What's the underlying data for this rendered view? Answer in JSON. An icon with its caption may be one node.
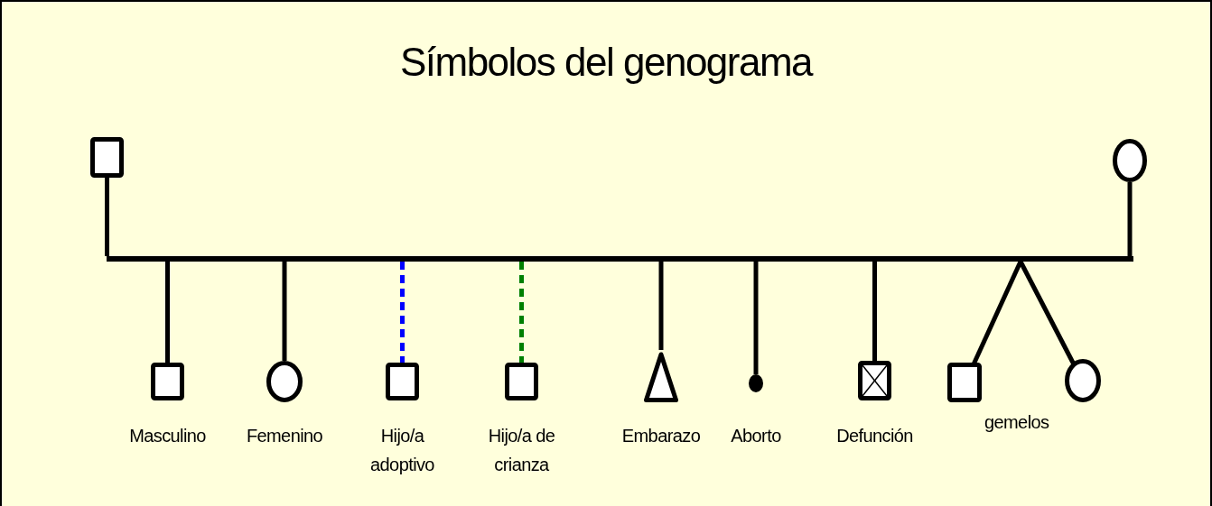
{
  "diagram": {
    "title": "Símbolos del genograma",
    "nodes": [
      {
        "text": [],
        "shape": "box"
      },
      {
        "text": [],
        "shape": "circle"
      },
      {
        "text": [],
        "shape": "bar"
      },
      {
        "text": [],
        "shape": "box",
        "beside": [
          "Masculino"
        ]
      },
      {
        "text": [],
        "shape": "circle",
        "beside": [
          "Femenino"
        ]
      },
      {
        "text": [],
        "shape": "box",
        "beside": [
          "Hijo/a adoptivo"
        ]
      },
      {
        "text": [],
        "shape": "box",
        "beside": [
          "Hijo/a de crianza"
        ]
      },
      {
        "text": [],
        "shape": "triangle",
        "beside": [
          "Embarazo"
        ]
      },
      {
        "text": [],
        "shape": "dot",
        "beside": [
          "Aborto"
        ]
      },
      {
        "text": [],
        "shape": "crossed-box",
        "beside": [
          "Defunción"
        ]
      },
      {
        "text": [],
        "shape": "box"
      },
      {
        "text": [],
        "shape": "circle"
      }
    ],
    "edges": [
      {
        "from": 0,
        "to": 2,
        "arrow": "none"
      },
      {
        "from": 1,
        "to": 2,
        "arrow": "none"
      },
      {
        "from": 2,
        "to": 3,
        "arrow": "none"
      },
      {
        "from": 2,
        "to": 4,
        "arrow": "none"
      },
      {
        "from": 2,
        "to": 5,
        "arrow": "none",
        "style": "dashed",
        "color": "#0000ff"
      },
      {
        "from": 2,
        "to": 6,
        "arrow": "none",
        "style": "dashed",
        "color": "#008000"
      },
      {
        "from": 2,
        "to": 7,
        "arrow": "none"
      },
      {
        "from": 2,
        "to": 8,
        "arrow": "none"
      },
      {
        "from": 2,
        "to": 9,
        "arrow": "none"
      },
      {
        "from": 2,
        "to": 10,
        "arrow": "none"
      },
      {
        "from": 2,
        "to": 11,
        "arrow": "none"
      }
    ],
    "labels": [
      "gemelos"
    ]
  }
}
